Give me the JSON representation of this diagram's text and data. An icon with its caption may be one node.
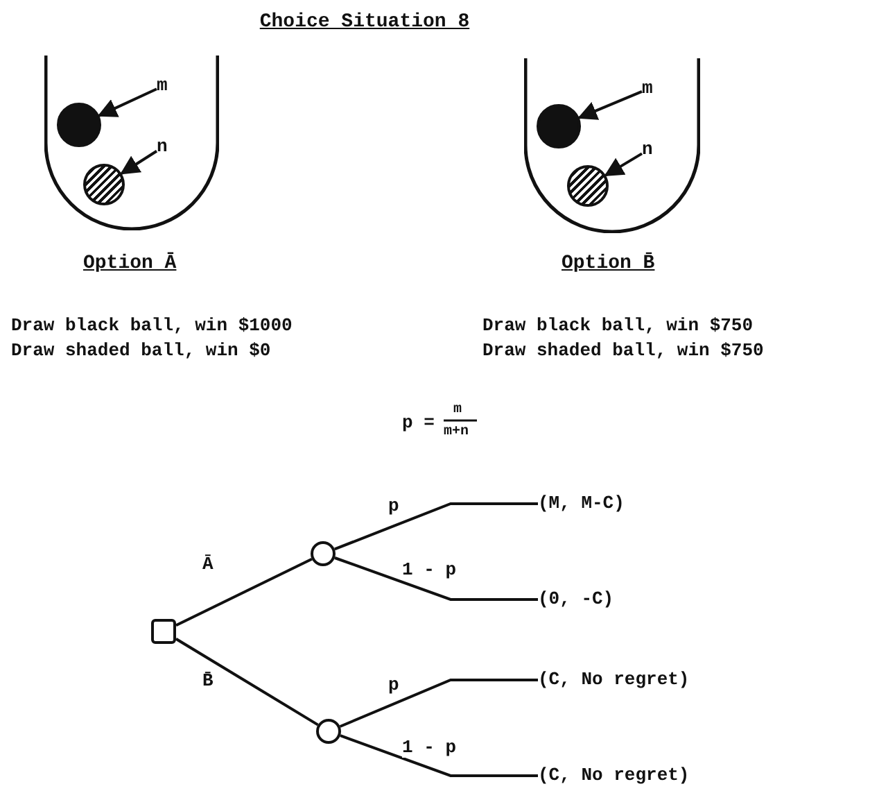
{
  "diagram": {
    "title": "Choice Situation 8",
    "nodes": [
      {
        "text": [],
        "shape": "cup",
        "beside": [
          "Option Ā"
        ]
      },
      {
        "text": [],
        "shape": "circle",
        "in": 0
      },
      {
        "text": [],
        "shape": "circle",
        "in": 0
      },
      {
        "text": [
          "m"
        ],
        "in": 0
      },
      {
        "text": [
          "n"
        ],
        "in": 0
      },
      {
        "text": [],
        "shape": "cup",
        "beside": [
          "Option B̄"
        ]
      },
      {
        "text": [],
        "shape": "circle",
        "in": 5
      },
      {
        "text": [],
        "shape": "circle",
        "in": 5
      },
      {
        "text": [
          "m"
        ],
        "in": 5
      },
      {
        "text": [
          "n"
        ],
        "in": 5
      },
      {
        "text": [],
        "shape": "box"
      },
      {
        "text": [],
        "shape": "circle"
      },
      {
        "text": [],
        "shape": "circle"
      },
      {
        "text": [
          "(M, M-C)"
        ]
      },
      {
        "text": [
          "(0, -C)"
        ]
      },
      {
        "text": [
          "(C, No regret)"
        ]
      },
      {
        "text": [
          "(C, No regret)"
        ]
      }
    ],
    "edges": [
      {
        "from": 3,
        "to": 1,
        "arrow": "to"
      },
      {
        "from": 4,
        "to": 2,
        "arrow": "to"
      },
      {
        "from": 8,
        "to": 6,
        "arrow": "to"
      },
      {
        "from": 9,
        "to": 7,
        "arrow": "to"
      },
      {
        "from": 10,
        "to": 11,
        "arrow": "none",
        "label": "Ā"
      },
      {
        "from": 10,
        "to": 12,
        "arrow": "none",
        "label": "B̄"
      },
      {
        "from": 11,
        "to": 13,
        "arrow": "none",
        "label": "p"
      },
      {
        "from": 11,
        "to": 14,
        "arrow": "none",
        "label": "1 - p"
      },
      {
        "from": 12,
        "to": 15,
        "arrow": "none",
        "label": "p"
      },
      {
        "from": 12,
        "to": 16,
        "arrow": "none",
        "label": "1 - p"
      }
    ],
    "labels": [
      "Draw black ball, win $1000",
      "Draw black ball, win $750",
      "Draw shaded ball, win $0",
      "Draw shaded ball, win $750",
      "p =",
      "m",
      "m+n"
    ]
  }
}
